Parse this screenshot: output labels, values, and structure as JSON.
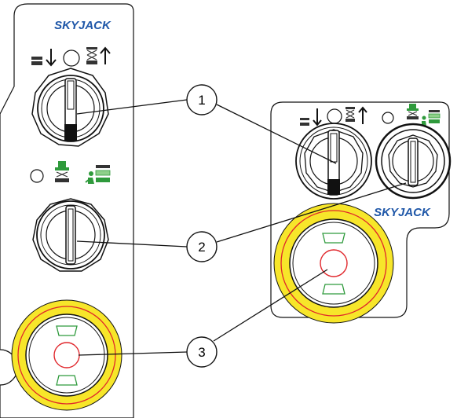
{
  "brand": {
    "name": "SKYJACK",
    "color": "#1f57a8"
  },
  "callouts": [
    {
      "number": "1",
      "meaning": "key-switch"
    },
    {
      "number": "2",
      "meaning": "key-switch"
    },
    {
      "number": "3",
      "meaning": "emergency-stop"
    }
  ],
  "colors": {
    "estop_ring": "#f7e62a",
    "estop_red": "#e0262b",
    "pictogram_green": "#2f9a3c",
    "pictogram_light_green": "#8fd08a",
    "outline": "#111111"
  },
  "icons": [
    "arrow-down-icon",
    "arrow-up-icon",
    "indicator-light-icon",
    "platform-icon",
    "base-icon",
    "scissor-lift-icon",
    "operator-icon"
  ]
}
